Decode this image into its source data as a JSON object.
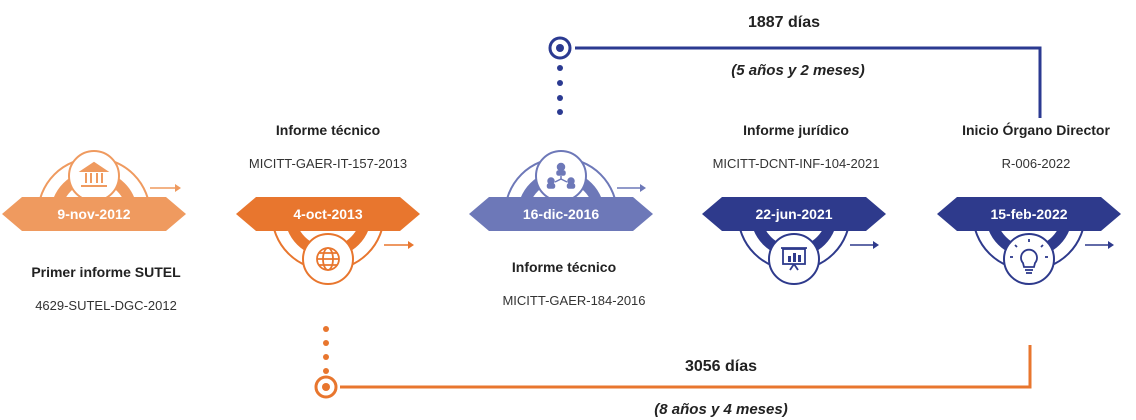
{
  "colors": {
    "orange_light": "#ef9a5f",
    "orange": "#e8762e",
    "blue_light": "#6d78b8",
    "navy": "#2e3a8c",
    "blue_line": "#2b3a91"
  },
  "top_span": {
    "days": "1887 días",
    "detail": "(5 años y 2 meses)"
  },
  "bottom_span": {
    "days": "3056 días",
    "detail": "(8 años y 4 meses)"
  },
  "milestones": [
    {
      "date": "9-nov-2012",
      "title": "Primer informe SUTEL",
      "code": "4629-SUTEL-DGC-2012",
      "icon": "bank-icon"
    },
    {
      "date": "4-oct-2013",
      "title": "Informe técnico",
      "code": "MICITT-GAER-IT-157-2013",
      "icon": "globe-icon"
    },
    {
      "date": "16-dic-2016",
      "title": "Informe técnico",
      "code": "MICITT-GAER-184-2016",
      "icon": "network-icon"
    },
    {
      "date": "22-jun-2021",
      "title": "Informe jurídico",
      "code": "MICITT-DCNT-INF-104-2021",
      "icon": "presentation-icon"
    },
    {
      "date": "15-feb-2022",
      "title": "Inicio Órgano Director",
      "code": "R-006-2022",
      "icon": "lightbulb-icon"
    }
  ]
}
